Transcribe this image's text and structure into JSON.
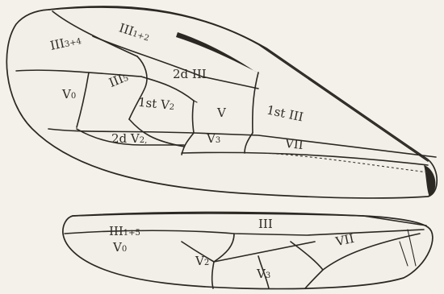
{
  "forewing": {
    "cells": [
      {
        "id": "III34",
        "main": "III",
        "sub": "3+4"
      },
      {
        "id": "III12",
        "main": "III",
        "sub": "1+2"
      },
      {
        "id": "III5",
        "main": "III",
        "sub": "5"
      },
      {
        "id": "2dIII",
        "main": "2d III",
        "sub": ""
      },
      {
        "id": "V0",
        "main": "V",
        "sub": "0"
      },
      {
        "id": "1stV2",
        "main": "1st V",
        "sub": "2"
      },
      {
        "id": "V",
        "main": "V",
        "sub": ""
      },
      {
        "id": "1stIII",
        "main": "1st III",
        "sub": ""
      },
      {
        "id": "2dV2",
        "main": "2d V",
        "sub": "2,"
      },
      {
        "id": "V3",
        "main": "V",
        "sub": "3"
      },
      {
        "id": "VII",
        "main": "VII",
        "sub": ""
      }
    ]
  },
  "hindwing": {
    "cells": [
      {
        "id": "III15",
        "main": "III",
        "sub": "1+5"
      },
      {
        "id": "III",
        "main": "III",
        "sub": ""
      },
      {
        "id": "VII",
        "main": "VII",
        "sub": ""
      },
      {
        "id": "V0",
        "main": "V",
        "sub": "0"
      },
      {
        "id": "V2",
        "main": "V",
        "sub": "2"
      },
      {
        "id": "V3",
        "main": "V",
        "sub": "3"
      }
    ]
  },
  "colors": {
    "paper": "#f3f1ea",
    "ink": "#2b2824"
  }
}
